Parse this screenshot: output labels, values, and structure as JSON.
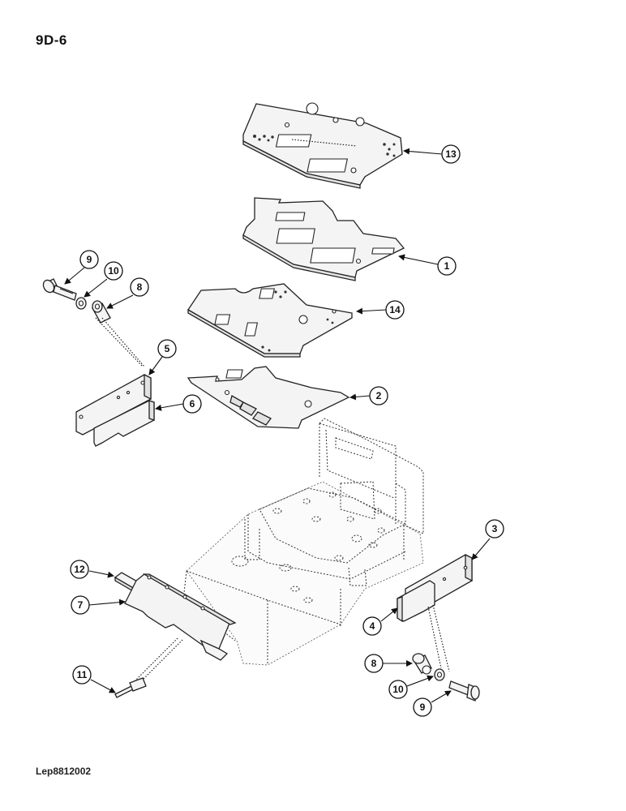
{
  "page_label": "9D-6",
  "footer_code": "Lep8812002",
  "callouts": [
    {
      "id": "c13",
      "label": "13"
    },
    {
      "id": "c1",
      "label": "1"
    },
    {
      "id": "c14",
      "label": "14"
    },
    {
      "id": "c2",
      "label": "2"
    },
    {
      "id": "c9a",
      "label": "9"
    },
    {
      "id": "c10a",
      "label": "10"
    },
    {
      "id": "c8a",
      "label": "8"
    },
    {
      "id": "c5",
      "label": "5"
    },
    {
      "id": "c6",
      "label": "6"
    },
    {
      "id": "c3",
      "label": "3"
    },
    {
      "id": "c4",
      "label": "4"
    },
    {
      "id": "c12",
      "label": "12"
    },
    {
      "id": "c7",
      "label": "7"
    },
    {
      "id": "c11",
      "label": "11"
    },
    {
      "id": "c8b",
      "label": "8"
    },
    {
      "id": "c10b",
      "label": "10"
    },
    {
      "id": "c9b",
      "label": "9"
    }
  ]
}
